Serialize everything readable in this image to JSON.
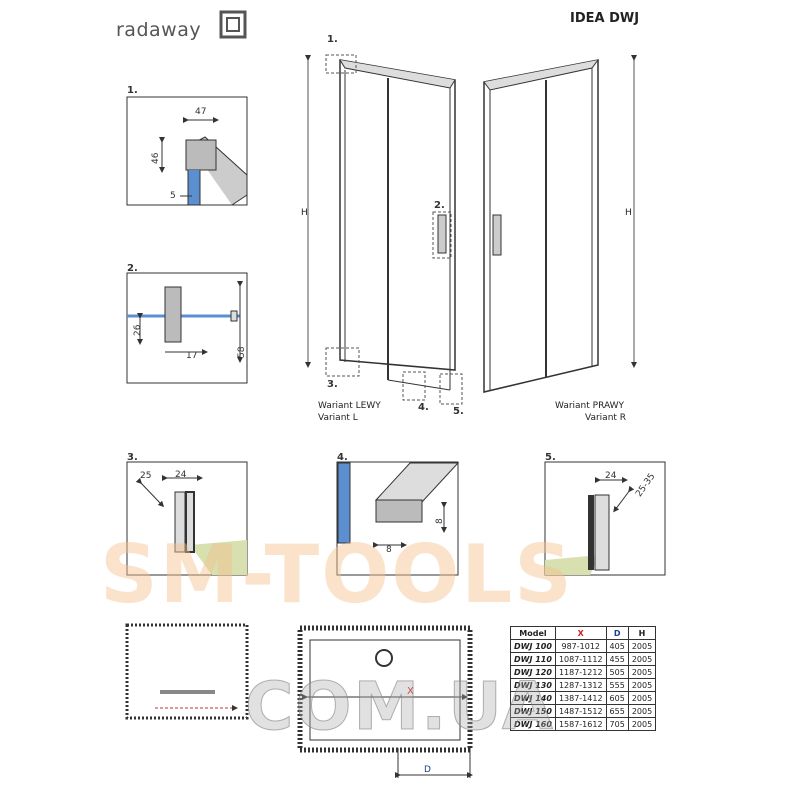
{
  "logo": {
    "text": "radaway"
  },
  "title": "IDEA DWJ",
  "details": {
    "d1": {
      "label": "1.",
      "dims": [
        "47",
        "46",
        "5"
      ]
    },
    "d2": {
      "label": "2.",
      "dims": [
        "26",
        "17",
        "58"
      ]
    },
    "d3": {
      "label": "3.",
      "dims": [
        "25",
        "24"
      ]
    },
    "d4": {
      "label": "4.",
      "dims": [
        "8",
        "8"
      ]
    },
    "d5": {
      "label": "5.",
      "dims": [
        "24",
        "25-35"
      ]
    }
  },
  "views": {
    "left": {
      "height_label": "H",
      "caption_pl": "Wariant LEWY",
      "caption_en": "Variant L",
      "markers": [
        "1.",
        "2.",
        "3.",
        "4.",
        "5."
      ]
    },
    "right": {
      "height_label": "H",
      "caption_pl": "Wariant PRAWY",
      "caption_en": "Variant R"
    }
  },
  "plan": {
    "x_label": "X",
    "d_label": "D"
  },
  "table": {
    "headers": [
      "Model",
      "X",
      "D",
      "H"
    ],
    "header_colors": [
      "#222222",
      "#d02020",
      "#1a3d8f",
      "#222222"
    ],
    "rows": [
      [
        "DWJ 100",
        "987-1012",
        "405",
        "2005"
      ],
      [
        "DWJ 110",
        "1087-1112",
        "455",
        "2005"
      ],
      [
        "DWJ 120",
        "1187-1212",
        "505",
        "2005"
      ],
      [
        "DWJ 130",
        "1287-1312",
        "555",
        "2005"
      ],
      [
        "DWJ 140",
        "1387-1412",
        "605",
        "2005"
      ],
      [
        "DWJ 150",
        "1487-1512",
        "655",
        "2005"
      ],
      [
        "DWJ 160",
        "1587-1612",
        "705",
        "2005"
      ]
    ]
  },
  "watermark": {
    "line1": "SM-TOOLS",
    "line2": "COM.UA"
  }
}
